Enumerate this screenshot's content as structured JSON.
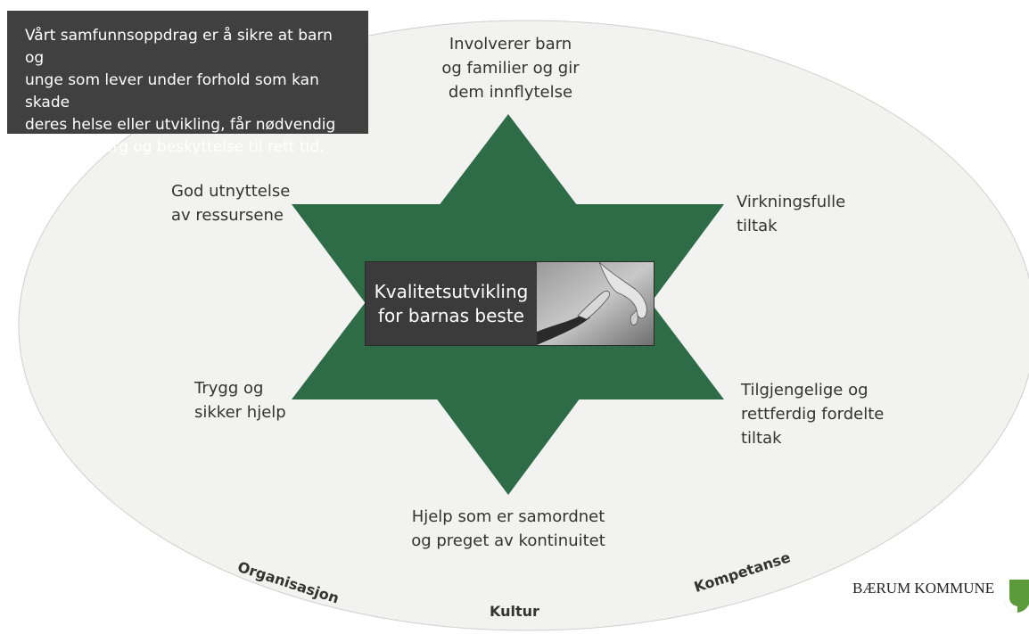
{
  "mission": "Vårt samfunnsoppdrag er å sikre at barn og\nunge som lever under forhold som kan skade\nderes helse eller utvikling, får nødvendig\nhjelp, omsorg og beskyttelse til rett tid.",
  "center": "Kvalitetsutvikling\nfor barnas beste",
  "points": {
    "top": "Involverer barn\nog familier og gir\ndem innflytelse",
    "upper_left": "God utnyttelse\nav ressursene",
    "upper_right": "Virkningsfulle\ntiltak",
    "lower_left": "Trygg og\nsikker hjelp",
    "lower_right": "Tilgjengelige og\nrettferdig fordelte\ntiltak",
    "bottom": "Hjelp som er samordnet\nog preget av kontinuitet"
  },
  "foundations": {
    "left": "Organisasjon",
    "center": "Kultur",
    "right": "Kompetanse"
  },
  "brand": "BÆRUM KOMMUNE",
  "colors": {
    "star": "#2e6b47",
    "ellipse": "#f2f2f0",
    "dark_box": "#404040",
    "crest": "#5a9a3a"
  },
  "icons": {
    "photo": "hands-photo",
    "crest": "baerum-crest-icon"
  }
}
